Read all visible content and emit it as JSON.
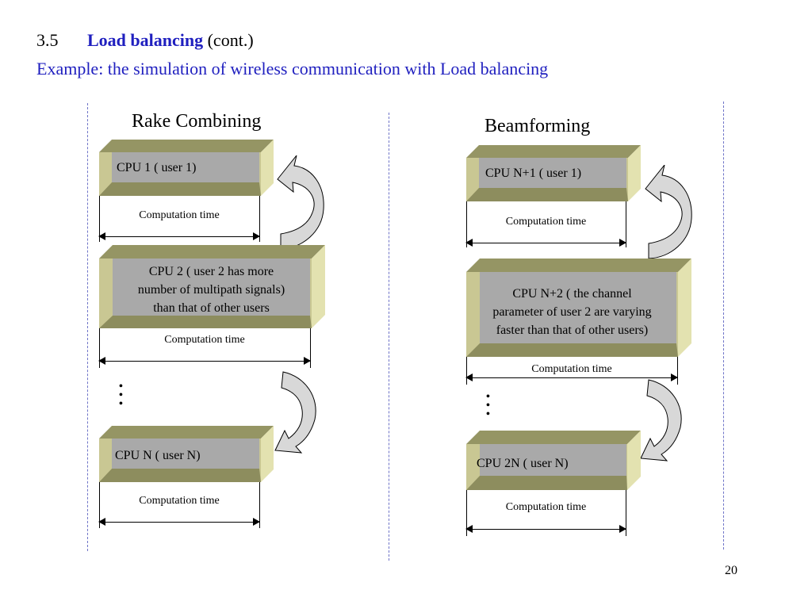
{
  "slide": {
    "section_number": "3.5",
    "section_keyword": "Load balancing",
    "section_suffix": "(cont.)",
    "subtitle": "Example: the simulation of wireless communication with Load balancing",
    "page_number": "20"
  },
  "colors": {
    "accent_blue": "#1f1fbf",
    "block_face": "#a9a9a9",
    "block_frame": "#c9c793",
    "block_top": "#959564",
    "block_side": "#e3e2b0",
    "divider": "#6f74c8"
  },
  "left_column": {
    "title": "Rake Combining",
    "cpus": [
      {
        "label": "CPU 1 ( user 1)",
        "time_label": "Computation time"
      },
      {
        "lines": [
          "CPU 2  ( user 2 has more",
          "number of multipath signals)",
          "than that of other users"
        ],
        "time_label": "Computation time"
      },
      {
        "label": "CPU N ( user N)",
        "time_label": "Computation time"
      }
    ],
    "ellipsis": "⋮"
  },
  "right_column": {
    "title": "Beamforming",
    "cpus": [
      {
        "label": "CPU N+1 ( user 1)",
        "time_label": "Computation time"
      },
      {
        "lines": [
          "CPU N+2  (  the channel",
          "parameter of user 2 are varying",
          "faster than that of other users)"
        ],
        "time_label": "Computation time"
      },
      {
        "label": "CPU 2N ( user N)",
        "time_label": "Computation time"
      }
    ],
    "ellipsis": "⋮"
  }
}
